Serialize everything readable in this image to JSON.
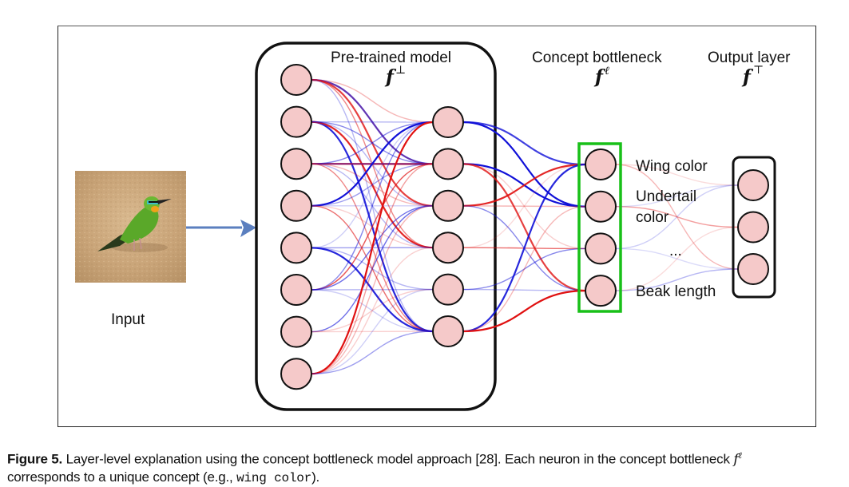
{
  "diagram": {
    "input_label": "Input",
    "input_image": "bee-eater bird on sand",
    "pretrained": {
      "title": "Pre-trained model",
      "symbol": "f",
      "superscript": "⊥"
    },
    "bottleneck": {
      "title": "Concept bottleneck",
      "symbol": "f",
      "superscript": "ℓ"
    },
    "output": {
      "title": "Output layer",
      "symbol": "f",
      "superscript": "⊤"
    },
    "concepts": [
      "Wing color",
      "Undertail",
      "color",
      "...",
      "Beak length"
    ],
    "layers": {
      "input_nodes": 8,
      "hidden_nodes": 6,
      "concept_nodes": 4,
      "output_nodes": 3
    },
    "colors": {
      "node_fill": "#f5c9c9",
      "node_stroke": "#111111",
      "positive": "#e01010",
      "negative": "#1010d8",
      "bottleneck_box": "#18c018",
      "arrow": "#5b7fbf"
    },
    "edges": {
      "input_hidden": [
        [
          0,
          0,
          "r",
          0.3
        ],
        [
          0,
          1,
          "b",
          0.8
        ],
        [
          0,
          2,
          "r",
          0.8
        ],
        [
          0,
          3,
          "r",
          0.5
        ],
        [
          0,
          1,
          "r",
          0.3
        ],
        [
          0,
          5,
          "b",
          0.3
        ],
        [
          1,
          5,
          "b",
          0.9
        ],
        [
          1,
          3,
          "r",
          0.9
        ],
        [
          1,
          1,
          "b",
          0.5
        ],
        [
          1,
          2,
          "b",
          0.3
        ],
        [
          1,
          0,
          "b",
          0.3
        ],
        [
          2,
          1,
          "r",
          1.0
        ],
        [
          2,
          0,
          "b",
          0.5
        ],
        [
          2,
          1,
          "b",
          0.6
        ],
        [
          2,
          5,
          "r",
          0.5
        ],
        [
          2,
          3,
          "b",
          0.3
        ],
        [
          2,
          2,
          "r",
          0.3
        ],
        [
          3,
          0,
          "b",
          1.0
        ],
        [
          3,
          5,
          "r",
          0.6
        ],
        [
          3,
          1,
          "b",
          0.4
        ],
        [
          3,
          2,
          "b",
          0.2
        ],
        [
          3,
          3,
          "r",
          0.2
        ],
        [
          4,
          5,
          "b",
          0.9
        ],
        [
          4,
          3,
          "b",
          0.4
        ],
        [
          4,
          0,
          "b",
          0.2
        ],
        [
          4,
          4,
          "b",
          0.3
        ],
        [
          5,
          1,
          "r",
          0.7
        ],
        [
          5,
          2,
          "b",
          0.6
        ],
        [
          5,
          0,
          "b",
          0.5
        ],
        [
          5,
          4,
          "b",
          0.3
        ],
        [
          5,
          5,
          "b",
          0.2
        ],
        [
          6,
          2,
          "b",
          0.6
        ],
        [
          6,
          4,
          "r",
          0.2
        ],
        [
          6,
          5,
          "r",
          0.2
        ],
        [
          7,
          0,
          "r",
          1.0
        ],
        [
          7,
          1,
          "r",
          0.4
        ],
        [
          7,
          2,
          "r",
          0.3
        ],
        [
          7,
          3,
          "r",
          0.2
        ],
        [
          7,
          5,
          "b",
          0.4
        ],
        [
          7,
          4,
          "b",
          0.2
        ]
      ],
      "hidden_concept": [
        [
          0,
          0,
          "b",
          0.8
        ],
        [
          0,
          1,
          "b",
          1.0
        ],
        [
          1,
          1,
          "b",
          1.0
        ],
        [
          1,
          3,
          "r",
          0.8
        ],
        [
          1,
          2,
          "r",
          0.2
        ],
        [
          2,
          0,
          "r",
          0.9
        ],
        [
          2,
          3,
          "b",
          0.5
        ],
        [
          2,
          1,
          "r",
          0.3
        ],
        [
          3,
          2,
          "r",
          0.6
        ],
        [
          3,
          0,
          "r",
          0.15
        ],
        [
          4,
          3,
          "b",
          0.3
        ],
        [
          4,
          2,
          "b",
          0.5
        ],
        [
          5,
          0,
          "b",
          0.9
        ],
        [
          5,
          3,
          "r",
          1.0
        ],
        [
          5,
          1,
          "r",
          0.3
        ]
      ],
      "concept_output": [
        [
          0,
          0,
          "r",
          0.15
        ],
        [
          0,
          2,
          "r",
          0.3
        ],
        [
          1,
          1,
          "r",
          0.4
        ],
        [
          1,
          0,
          "b",
          0.15
        ],
        [
          2,
          0,
          "b",
          0.2
        ],
        [
          2,
          2,
          "b",
          0.15
        ],
        [
          3,
          2,
          "b",
          0.3
        ],
        [
          3,
          1,
          "r",
          0.15
        ]
      ]
    }
  },
  "caption": {
    "figure_label": "Figure 5.",
    "text_1": " Layer-level explanation using the concept bottleneck model approach [28]. Each neuron in the concept bottleneck ",
    "symbol": "f",
    "superscript": "ℓ",
    "text_2": "corresponds to a unique concept (e.g., ",
    "code": "wing color",
    "text_3": ")."
  }
}
